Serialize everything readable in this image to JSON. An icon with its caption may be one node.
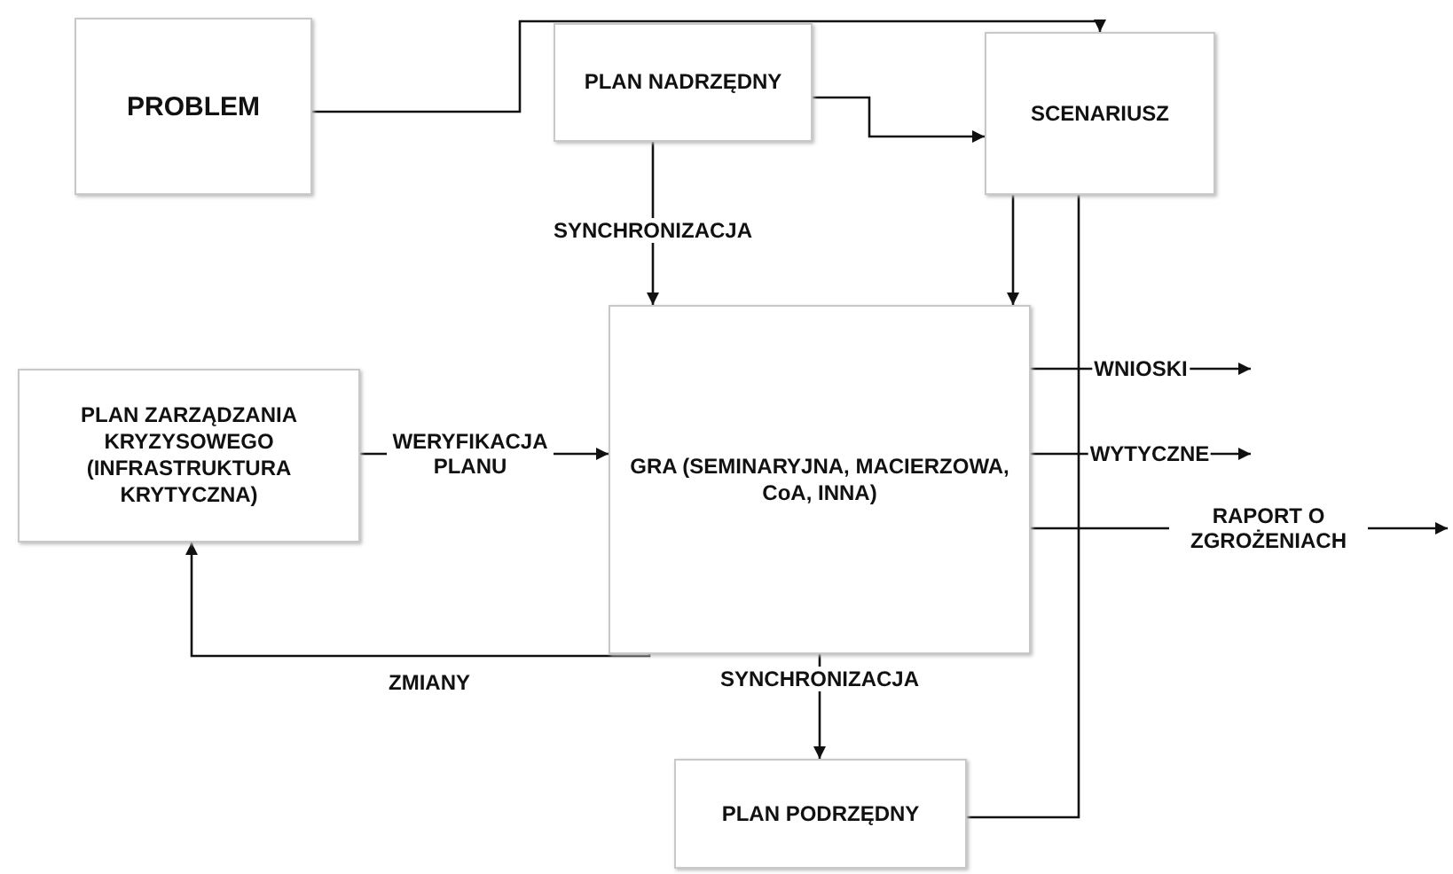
{
  "diagram": {
    "nodes": [
      {
        "text": [
          "PROBLEM"
        ]
      },
      {
        "text": [
          "PLAN NADRZĘDNY"
        ]
      },
      {
        "text": [
          "SCENARIUSZ"
        ]
      },
      {
        "text": [
          "GRA (SEMINARYJNA, MACIERZOWA, CoA, INNA)"
        ]
      },
      {
        "text": [
          "PLAN ZARZĄDZANIA KRYZYSOWEGO (INFRASTRUKTURA KRYTYCZNA)"
        ]
      },
      {
        "text": [
          "PLAN PODRZĘDNY"
        ]
      }
    ],
    "edges": [
      {
        "from": 0,
        "to": 2,
        "arrow": "to"
      },
      {
        "from": 1,
        "to": 2,
        "arrow": "to"
      },
      {
        "from": 1,
        "to": 3,
        "arrow": "to",
        "label": "SYNCHRONIZACJA"
      },
      {
        "from": 2,
        "to": 3,
        "arrow": "to"
      },
      {
        "from": 4,
        "to": 3,
        "arrow": "to",
        "label": "WERYFIKACJA PLANU"
      },
      {
        "from": 3,
        "to": 4,
        "arrow": "to",
        "label": "ZMIANY"
      },
      {
        "from": 3,
        "to": 5,
        "arrow": "to",
        "label": "SYNCHRONIZACJA"
      },
      {
        "from": 5,
        "to": 2,
        "arrow": "to"
      },
      {
        "from": 3,
        "to": null,
        "arrow": "to",
        "label": "WNIOSKI"
      },
      {
        "from": 3,
        "to": null,
        "arrow": "to",
        "label": "WYTYCZNE"
      },
      {
        "from": 3,
        "to": null,
        "arrow": "to",
        "label": "RAPORT O ZGROŻENIACH"
      }
    ]
  }
}
